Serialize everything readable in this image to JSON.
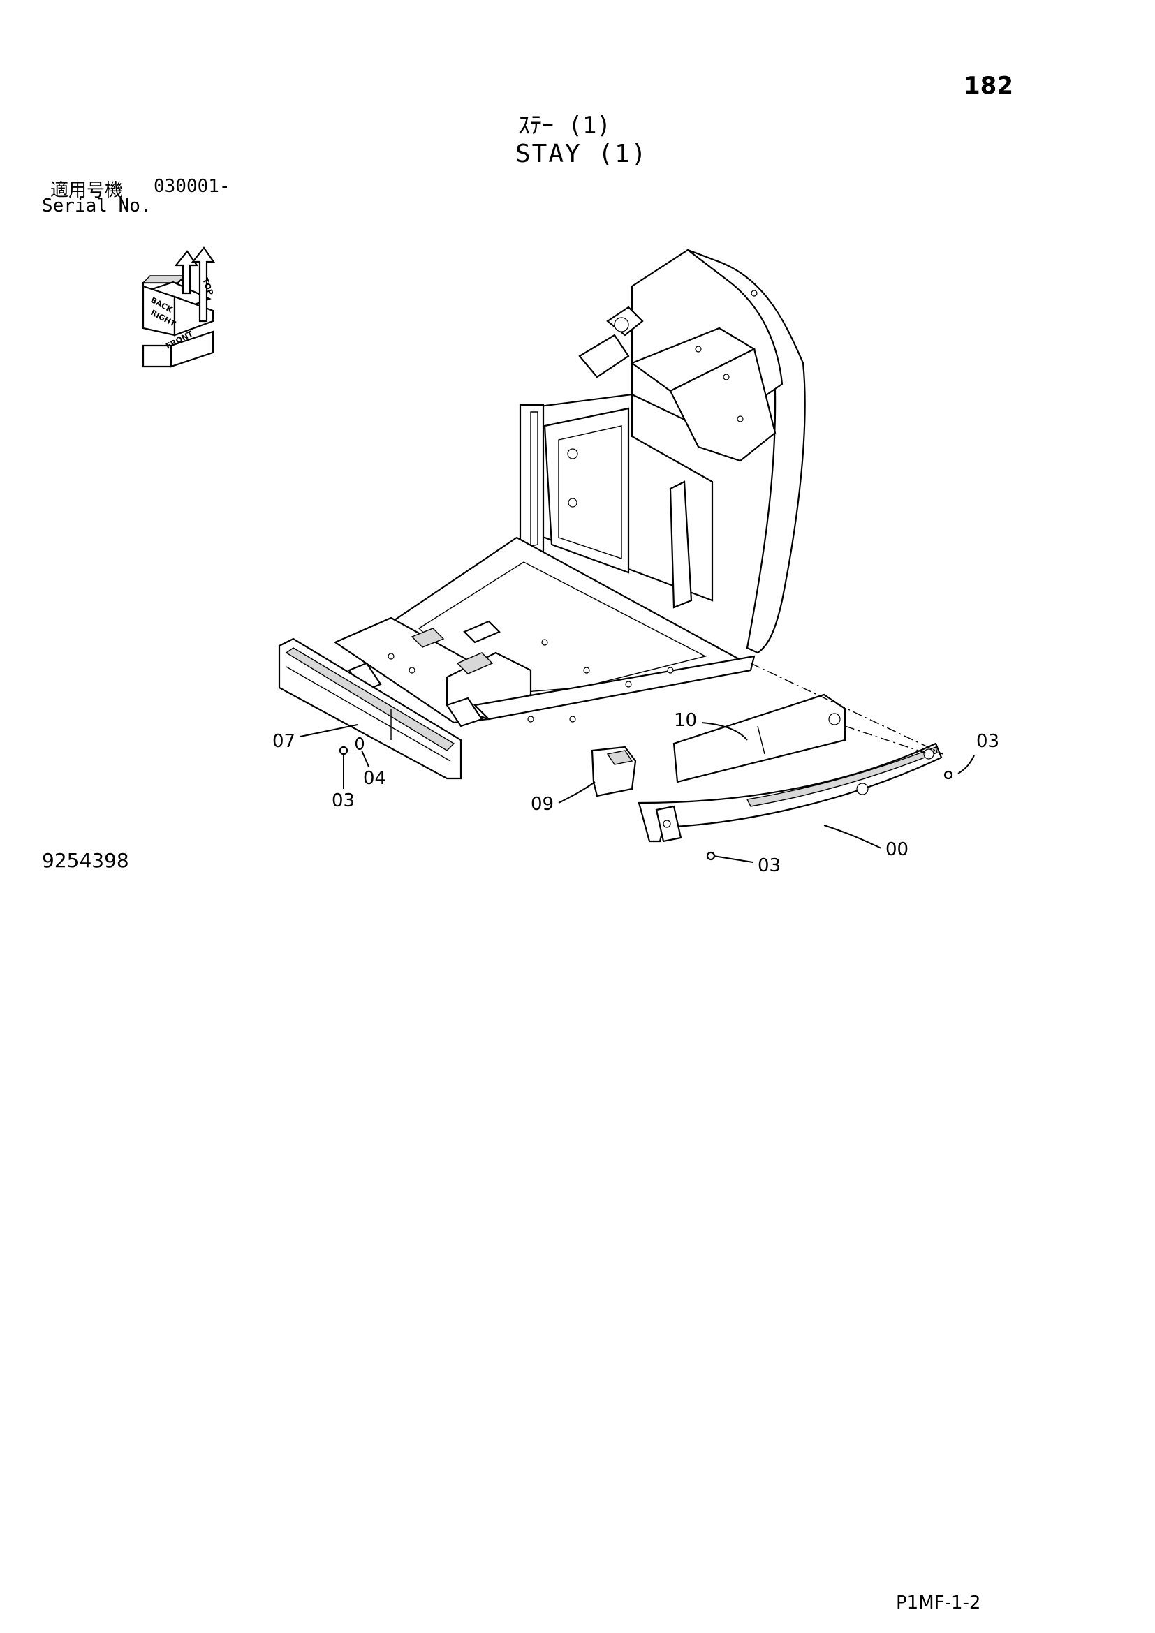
{
  "page": {
    "number": "182",
    "title_jp": "ｽﾃｰ (1)",
    "title_en": "STAY (1)",
    "serial_label_jp": "適用号機",
    "serial_value": "030001-",
    "serial_label_en": "Serial No.",
    "drawing_number": "9254398",
    "footer_code": "P1MF-1-2"
  },
  "orientation_icon": {
    "name": "orientation-cube-icon",
    "labels": [
      "BACK",
      "RIGHT",
      "FRONT",
      "TOP"
    ]
  },
  "callouts": [
    {
      "id": "c07",
      "label": "07"
    },
    {
      "id": "c03a",
      "label": "03"
    },
    {
      "id": "c04",
      "label": "04"
    },
    {
      "id": "c10",
      "label": "10"
    },
    {
      "id": "c09",
      "label": "09"
    },
    {
      "id": "c03b",
      "label": "03"
    },
    {
      "id": "c00",
      "label": "00"
    },
    {
      "id": "c03c",
      "label": "03"
    }
  ]
}
